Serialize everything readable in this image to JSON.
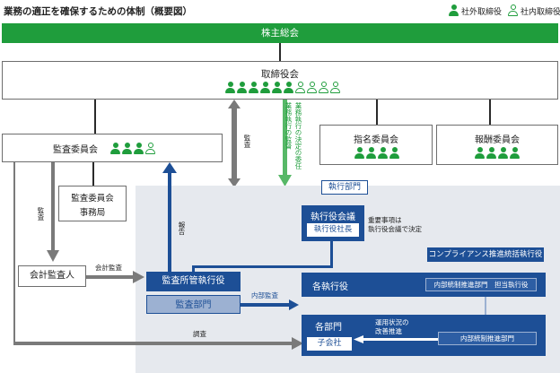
{
  "title": "業務の適正を確保するための体制（概要図）",
  "legend": {
    "outside": "社外取締役",
    "inside": "社内取締役"
  },
  "shareholders": "株主総会",
  "board": {
    "label": "取締役会",
    "outside_count": 6,
    "inside_count": 4
  },
  "audit_committee": {
    "label": "監査委員会",
    "outside_count": 3,
    "inside_count": 1
  },
  "nomination_committee": {
    "label": "指名委員会",
    "outside_count": 4,
    "inside_count": 0
  },
  "compensation_committee": {
    "label": "報酬委員会",
    "outside_count": 4,
    "inside_count": 0
  },
  "audit_office": {
    "line1": "監査委員会",
    "line2": "事務局"
  },
  "external_auditor": "会計監査人",
  "executive_division": "執行部門",
  "exec_meeting": {
    "label": "執行役会議",
    "president": "執行役社長",
    "note_line1": "重要事項は",
    "note_line2": "執行役会議で決定"
  },
  "compliance_officer": "コンプライアンス推進統括執行役",
  "audit_exec": "監査所管執行役",
  "audit_dept": "監査部門",
  "each_exec": "各執行役",
  "internal_control_dept_top": "内部統制推進部門　担当執行役",
  "internal_control_dept_bottom": "内部統制推進部門",
  "departments": "各部門",
  "subsidiaries": "子会社",
  "operations_note": {
    "line1": "運用状況の",
    "line2": "改善推進"
  },
  "arrow_labels": {
    "delegation": "業務執行の決定の委任",
    "supervision": "業務執行の監督",
    "audit_board": "監査",
    "audit_left": "監査",
    "report": "報告",
    "accounting_audit": "会計監査",
    "internal_audit": "内部監査",
    "investigation": "調査"
  }
}
